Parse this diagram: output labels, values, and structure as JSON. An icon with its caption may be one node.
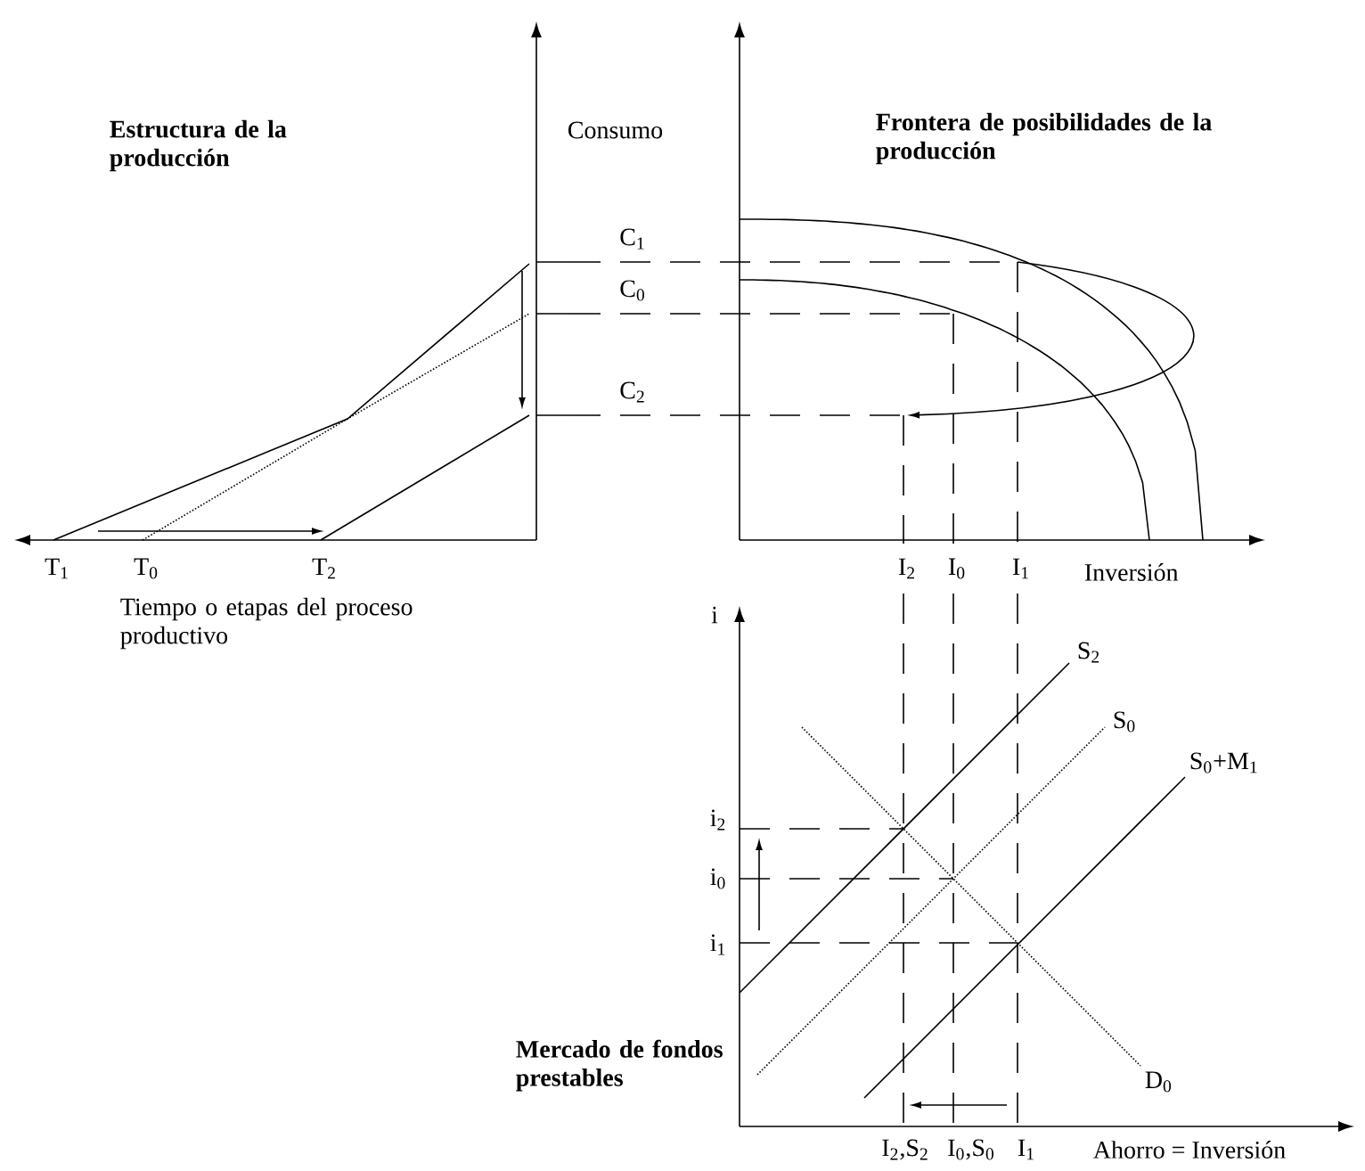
{
  "diagram": {
    "labels": [
      "Estructura de la producción",
      "Consumo",
      "Frontera de posibilidades de la producción",
      "C$_{1}$",
      "C$_{0}$",
      "C$_{2}$",
      "T$_{1}$",
      "T$_{0}$",
      "T$_{2}$",
      "I$_{2}$",
      "I$_{0}$",
      "I$_{1}$",
      "Inversión",
      "Tiempo o etapas del proceso productivo",
      "i",
      "S$_{2}$",
      "S$_{0}$",
      "S$_{0}$+M$_{1}$",
      "i$_{2}$",
      "i$_{0}$",
      "i$_{1}$",
      "Mercado de fondos prestables",
      "D$_{0}$",
      "I$_{2}$,S$_{2}$",
      "I$_{0}$,S$_{0}$",
      "I$_{1}$",
      "Ahorro = Inversión"
    ]
  }
}
